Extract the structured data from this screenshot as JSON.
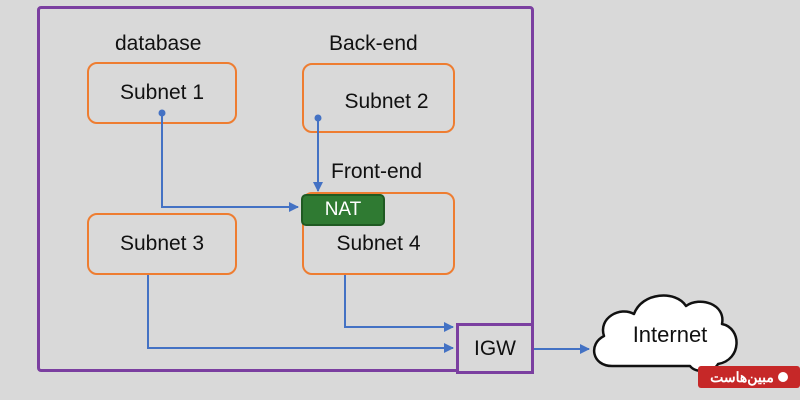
{
  "labels": {
    "database": "database",
    "backend": "Back-end",
    "frontend": "Front-end"
  },
  "subnets": {
    "s1": "Subnet 1",
    "s2": "Subnet 2",
    "s3": "Subnet 3",
    "s4": "Subnet 4"
  },
  "nat": "NAT",
  "igw": "IGW",
  "internet": "Internet",
  "watermark": "مبین‌هاست",
  "colors": {
    "vpc_border": "#7b3fa0",
    "subnet_border": "#ee7d31",
    "nat_fill": "#2f7a32",
    "arrow": "#4472c4",
    "background": "#d9d9d9"
  }
}
